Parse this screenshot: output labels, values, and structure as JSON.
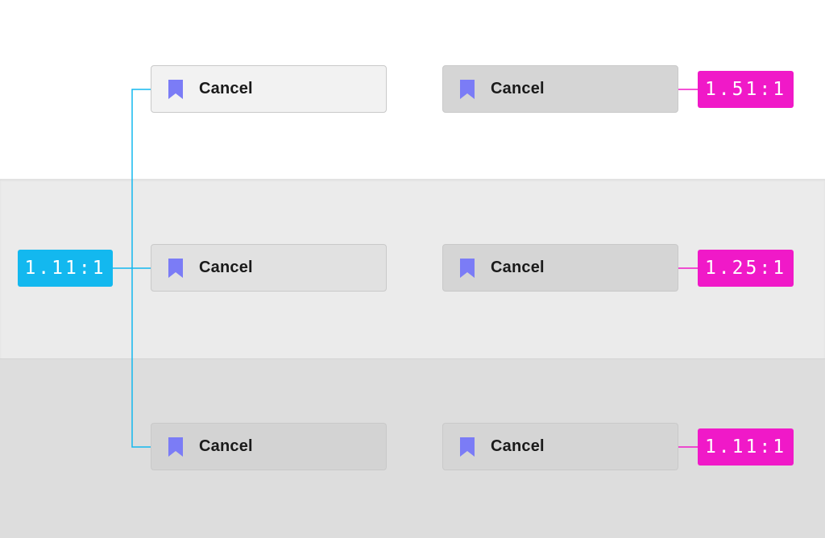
{
  "colors": {
    "band_white": "#ffffff",
    "band_light": "#ebebeb",
    "band_medium": "#dddddd",
    "button_quiet_white_band": "#f2f2f2",
    "button_quiet_light_band": "#e1e1e1",
    "button_quiet_medium_band": "#d3d3d3",
    "button_filled": "#d5d5d5",
    "icon": "#7b7cf6",
    "cyan_annotation": "#13b8ef",
    "magenta_annotation": "#f019c8"
  },
  "buttons": {
    "r1_left": "Cancel",
    "r1_right": "Cancel",
    "r2_left": "Cancel",
    "r2_right": "Cancel",
    "r3_left": "Cancel",
    "r3_right": "Cancel"
  },
  "icon_name": "bookmark-icon",
  "annotations": {
    "left_shared": "1.11:1",
    "right_row1": "1.51:1",
    "right_row2": "1.25:1",
    "right_row3": "1.11:1"
  }
}
